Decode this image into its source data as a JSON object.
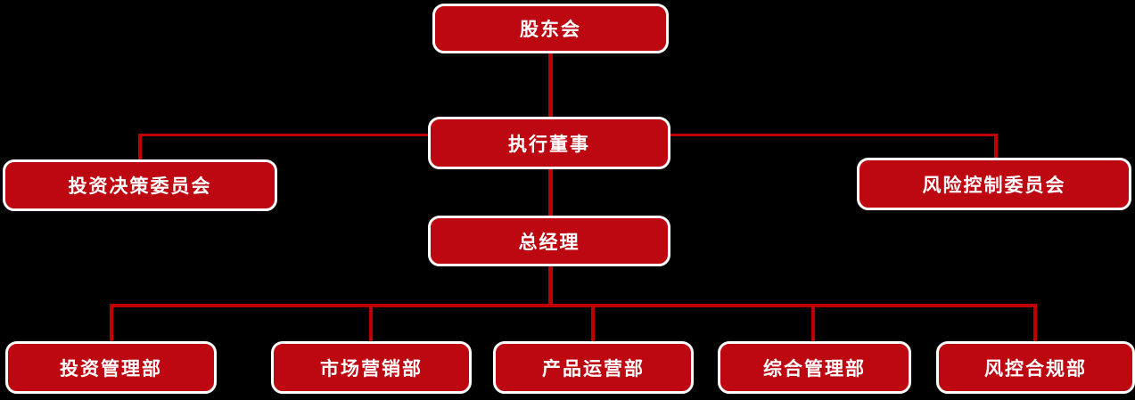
{
  "diagram": {
    "type": "org-chart",
    "colors": {
      "background": "#000000",
      "node_fill": "#be0811",
      "node_border": "#ffffff",
      "node_text": "#ffffff",
      "connector": "#c00000"
    },
    "nodes": {
      "shareholders": {
        "label": "股东会"
      },
      "exec_director": {
        "label": "执行董事"
      },
      "general_manager": {
        "label": "总经理"
      },
      "invest_committee": {
        "label": "投资决策委员会"
      },
      "risk_committee": {
        "label": "风险控制委员会"
      },
      "dept_investment": {
        "label": "投资管理部"
      },
      "dept_marketing": {
        "label": "市场营销部"
      },
      "dept_product": {
        "label": "产品运营部"
      },
      "dept_admin": {
        "label": "综合管理部"
      },
      "dept_compliance": {
        "label": "风控合规部"
      }
    },
    "edges": [
      {
        "from": "shareholders",
        "to": "exec_director"
      },
      {
        "from": "exec_director",
        "to": "invest_committee"
      },
      {
        "from": "exec_director",
        "to": "risk_committee"
      },
      {
        "from": "exec_director",
        "to": "general_manager"
      },
      {
        "from": "general_manager",
        "to": "dept_investment"
      },
      {
        "from": "general_manager",
        "to": "dept_marketing"
      },
      {
        "from": "general_manager",
        "to": "dept_product"
      },
      {
        "from": "general_manager",
        "to": "dept_admin"
      },
      {
        "from": "general_manager",
        "to": "dept_compliance"
      }
    ]
  }
}
